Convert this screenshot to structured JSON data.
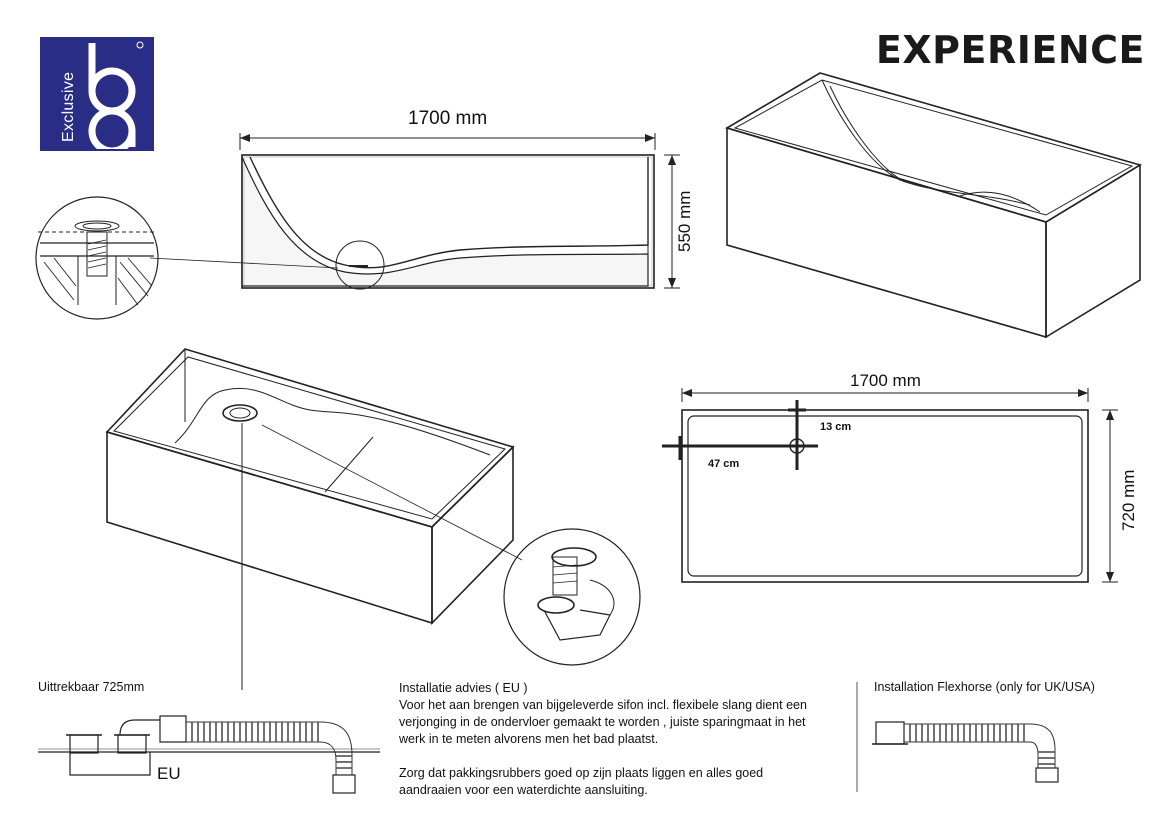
{
  "brand": {
    "logo_word": "Exclusive",
    "logo_mark": "bd",
    "logo_color": "#2a2d86",
    "product_name": "EXPERIENCE"
  },
  "side_view": {
    "length_label": "1700 mm",
    "height_label": "550 mm"
  },
  "top_view": {
    "length_label": "1700 mm",
    "width_label": "720 mm",
    "drain_offset_y_label": "13 cm",
    "drain_offset_x_label": "47 cm"
  },
  "captions": {
    "extractable": "Uittrekbaar 725mm",
    "eu_tag": "EU",
    "install_eu_title": "Installatie advies ( EU )",
    "install_eu_lines": [
      "Voor het aan brengen van bijgeleverde sifon incl. flexibele slang dient een",
      "verjonging in de ondervloer gemaakt te worden , juiste sparingmaat in het",
      "werk in te meten alvorens men het bad plaatst."
    ],
    "install_eu_lines2": [
      "Zorg dat pakkingsrubbers goed op zijn plaats liggen en alles goed",
      "aandraaien voor een waterdichte aansluiting."
    ],
    "install_flex_title": "Installation Flexhorse  (only for UK/USA)"
  }
}
